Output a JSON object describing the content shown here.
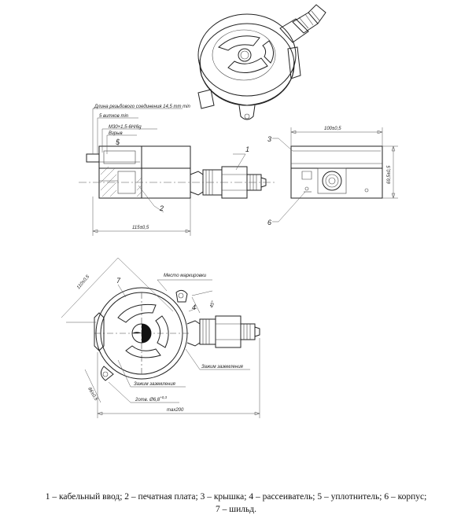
{
  "caption": {
    "line1": "1 – кабельный ввод; 2 – печатная плата; 3 – крышка; 4 – рассеиватель; 5 – уплотнитель; 6 – корпус;",
    "line2": "7 – шильд."
  },
  "front_view": {
    "thread_length_note": "Длина резьбового соединения 14,5 mm min",
    "threads_note": "5 витков min",
    "thread_spec": "М30×1,5-6Н/6g",
    "groove": "Взрыв",
    "width_dim": "115±0,5",
    "callout_1": "1",
    "callout_2": "2",
    "callout_5": "5"
  },
  "side_view": {
    "width_dim": "100±0,5",
    "height_dim": "69,5±0,5",
    "callout_3": "3",
    "callout_6": "6"
  },
  "top_view": {
    "marking_place": "Место маркировки",
    "angle": "45°",
    "diameter_dim": "110±0,5",
    "ground_clamp_right": "Зажим заземления",
    "ground_clamp_left": "Зажим заземления",
    "holes": "2отв. Ø6,8",
    "holes_tol": "+0,3",
    "small_dim": "86±0,5",
    "max_dim": "max200",
    "callout_7": "7",
    "callout_4": "4"
  }
}
